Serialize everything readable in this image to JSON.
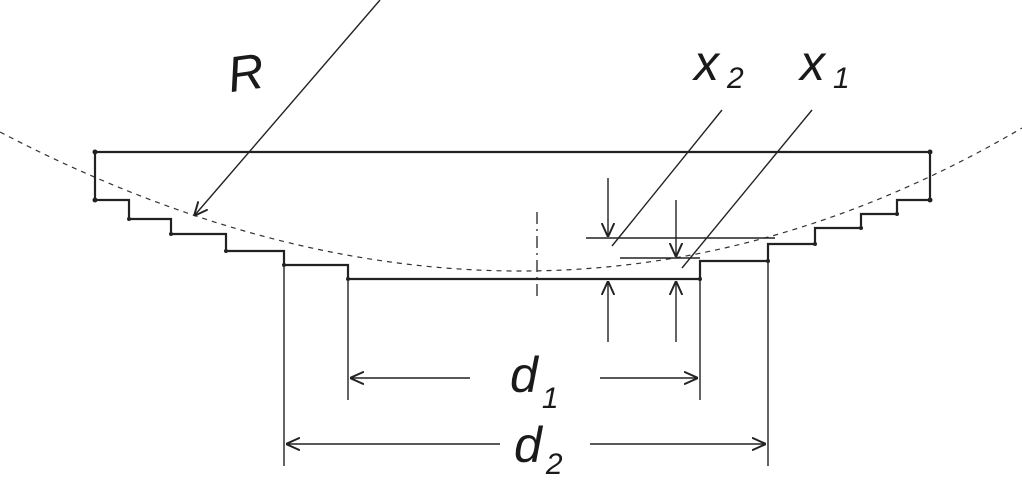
{
  "labels": {
    "radius": "R",
    "x2_main": "x",
    "x2_sub": "2",
    "x1_main": "x",
    "x1_sub": "1",
    "d1_main": "d",
    "d1_sub": "1",
    "d2_main": "d",
    "d2_sub": "2"
  },
  "colors": {
    "stroke": "#222222",
    "text": "#1a1a1a"
  }
}
